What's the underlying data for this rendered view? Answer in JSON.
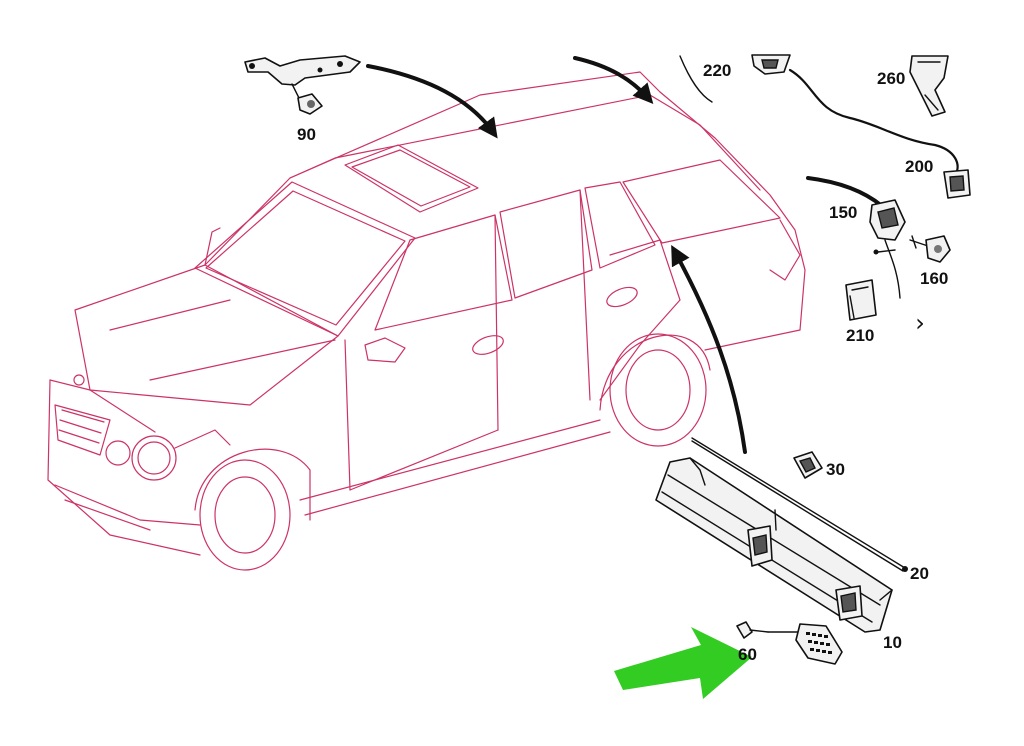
{
  "part_numbers": {
    "p90": "90",
    "p220": "220",
    "p260": "260",
    "p200": "200",
    "p150": "150",
    "p160": "160",
    "p210": "210",
    "p30": "30",
    "p20": "20",
    "p10": "10",
    "p60": "60"
  },
  "navigation": {
    "next_glyph": "›"
  },
  "colors": {
    "car_outline": "#cc3366",
    "part_line": "#111111",
    "highlight_arrow": "#33cc22",
    "background": "#ffffff"
  },
  "icons": {
    "highlight": "green-pointer-arrow-icon",
    "next": "chevron-right-icon"
  }
}
